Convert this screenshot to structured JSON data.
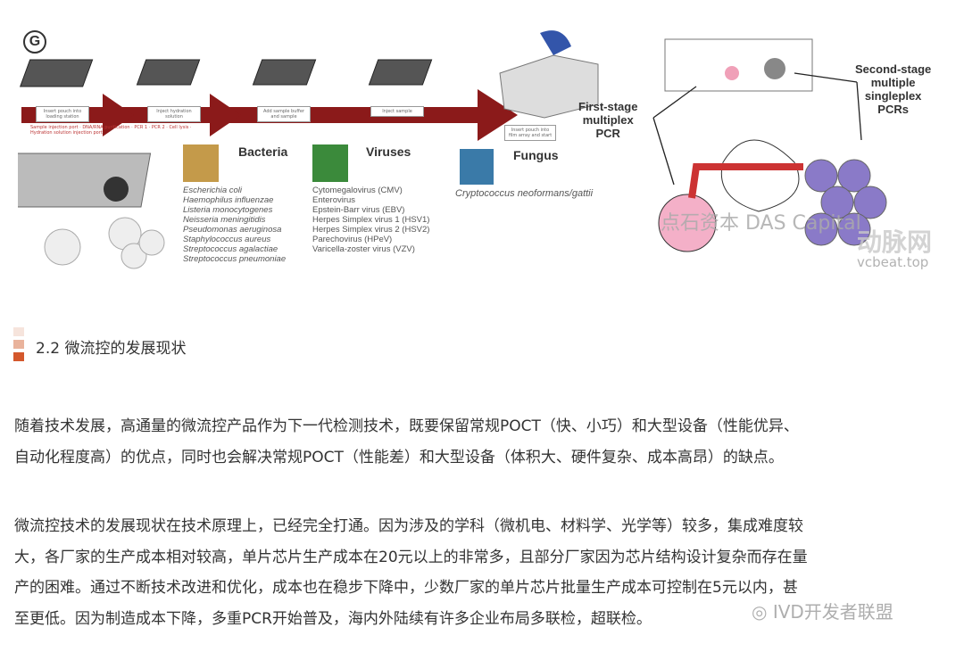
{
  "figure": {
    "panel_letter": "G",
    "steps": [
      "Insert pouch into loading station",
      "Inject hydration solution",
      "Add sample buffer and sample",
      "Inject sample",
      "Insert pouch into film array and start"
    ],
    "pouch_labels": [
      "Sample injection port",
      "DNA/RNA purification",
      "PCR 1",
      "PCR 2",
      "Cell lysis",
      "Hydration solution injection port"
    ],
    "bacteria": {
      "title": "Bacteria",
      "items": [
        "Escherichia coli",
        "Haemophilus influenzae",
        "Listeria monocytogenes",
        "Neisseria meningitidis",
        "Pseudomonas aeruginosa",
        "Staphylococcus aureus",
        "Streptococcus agalactiae",
        "Streptococcus pneumoniae"
      ]
    },
    "viruses": {
      "title": "Viruses",
      "items": [
        "Cytomegalovirus (CMV)",
        "Enterovirus",
        "Epstein-Barr virus (EBV)",
        "Herpes Simplex virus 1 (HSV1)",
        "Herpes Simplex virus 2 (HSV2)",
        "Parechovirus (HPeV)",
        "Varicella-zoster virus (VZV)"
      ]
    },
    "fungus": {
      "title": "Fungus",
      "items": [
        "Cryptococcus neoformans/gattii"
      ]
    },
    "first_stage": [
      "First-stage",
      "multiplex",
      "PCR"
    ],
    "second_stage": [
      "Second-stage",
      "multiple",
      "singleplex",
      "PCRs"
    ],
    "watermark_das": "点石资本 DAS Capital",
    "watermark_vcbeat": "动脉网",
    "watermark_vcbeat_url": "vcbeat.top"
  },
  "section": {
    "heading": "2.2 微流控的发展现状",
    "colors": [
      "#f6e4dc",
      "#e9b39c",
      "#d4582c"
    ]
  },
  "paragraphs": [
    [
      "随着技术发展，高通量的微流控产品作为下一代检测技术，既要保留常规POCT（快、小巧）和大型设备（性能优异、",
      "自动化程度高）的优点，同时也会解决常规POCT（性能差）和大型设备（体积大、硬件复杂、成本高昂）的缺点。"
    ],
    [
      "微流控技术的发展现状在技术原理上，已经完全打通。因为涉及的学科（微机电、材料学、光学等）较多，集成难度较",
      "大，各厂家的生产成本相对较高，单片芯片生产成本在20元以上的非常多，且部分厂家因为芯片结构设计复杂而存在量",
      "产的困难。通过不断技术改进和优化，成本也在稳步下降中，少数厂家的单片芯片批量生产成本可控制在5元以内，甚",
      "至更低。因为制造成本下降，多重PCR开始普及，海内外陆续有许多企业布局多联检，超联检。"
    ]
  ],
  "watermark_bottom": "IVD开发者联盟"
}
